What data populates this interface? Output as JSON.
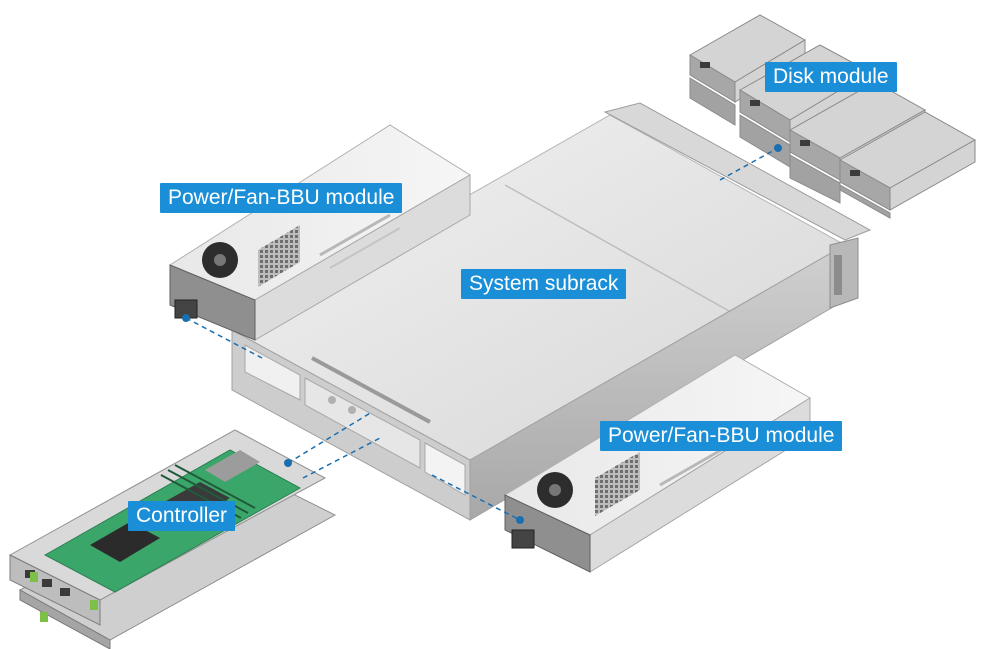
{
  "labels": {
    "disk_module": "Disk module",
    "power_fan_bbu_top": "Power/Fan-BBU module",
    "system_subrack": "System subrack",
    "power_fan_bbu_bottom": "Power/Fan-BBU module",
    "controller": "Controller"
  },
  "colors": {
    "callout_background": "#1a8fd8",
    "callout_text": "#ffffff",
    "leader_line": "#1a6fb0",
    "chassis_light": "#e4e4e4",
    "chassis_mid": "#c9c9c9",
    "chassis_dark": "#9a9a9a",
    "pcb_green": "#3aa66a",
    "latch_green": "#7cc04a"
  }
}
